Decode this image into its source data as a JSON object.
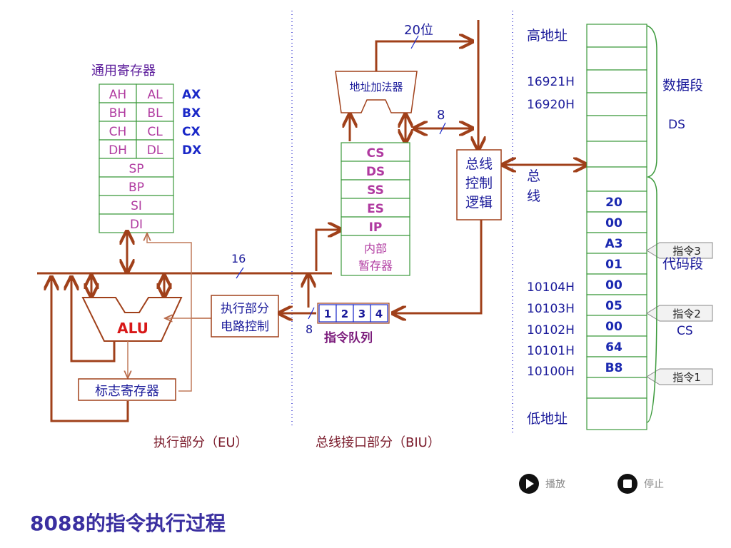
{
  "title": "8088的指令执行过程",
  "controls": {
    "play": "播放",
    "stop": "停止"
  },
  "colors": {
    "arrow": "#a0401a",
    "box_border": "#3c9a3c",
    "reg_text": "#b03aa0",
    "blue_label": "#1a28c8",
    "memory_text": "#1a28b0",
    "divider": "#3a3ad0"
  },
  "eu": {
    "section_label": "执行部分（EU）",
    "gp_title": "通用寄存器",
    "gp_pairs": [
      [
        "AH",
        "AL"
      ],
      [
        "BH",
        "BL"
      ],
      [
        "CH",
        "CL"
      ],
      [
        "DH",
        "DL"
      ]
    ],
    "gp_names": [
      "AX",
      "BX",
      "CX",
      "DX"
    ],
    "gp_single": [
      "SP",
      "BP",
      "SI",
      "DI"
    ],
    "alu": "ALU",
    "flags": "标志寄存器",
    "control": [
      "执行部分",
      "电路控制"
    ],
    "bus_width": "16"
  },
  "biu": {
    "section_label": "总线接口部分（BIU）",
    "adder": "地址加法器",
    "segments": [
      "CS",
      "DS",
      "SS",
      "ES",
      "IP"
    ],
    "internal": [
      "内部",
      "暂存器"
    ],
    "bus_ctrl": [
      "总线",
      "控制",
      "逻辑"
    ],
    "queue": [
      "1",
      "2",
      "3",
      "4"
    ],
    "queue_label": "指令队列",
    "width_20": "20位",
    "width_8a": "8",
    "width_8b": "8"
  },
  "memory": {
    "high": "高地址",
    "low": "低地址",
    "bus": [
      "总",
      "线"
    ],
    "addr_labels": [
      {
        "text": "16921H",
        "row": 2
      },
      {
        "text": "16920H",
        "row": 3
      },
      {
        "text": "10104H",
        "row": 12
      },
      {
        "text": "10103H",
        "row": 13
      },
      {
        "text": "10102H",
        "row": 14
      },
      {
        "text": "10101H",
        "row": 15
      },
      {
        "text": "10100H",
        "row": 16
      }
    ],
    "cells": [
      "",
      "",
      "",
      "",
      "",
      "",
      "",
      "",
      "",
      "20",
      "00",
      "A3",
      "01",
      "00",
      "05",
      "00",
      "64",
      "B8",
      ""
    ],
    "data_seg": [
      "数据段",
      "DS"
    ],
    "code_seg": [
      "代码段",
      "CS"
    ],
    "instr": [
      {
        "text": "指令3",
        "row": 11
      },
      {
        "text": "指令2",
        "row": 14
      },
      {
        "text": "指令1",
        "row": 17
      }
    ]
  }
}
